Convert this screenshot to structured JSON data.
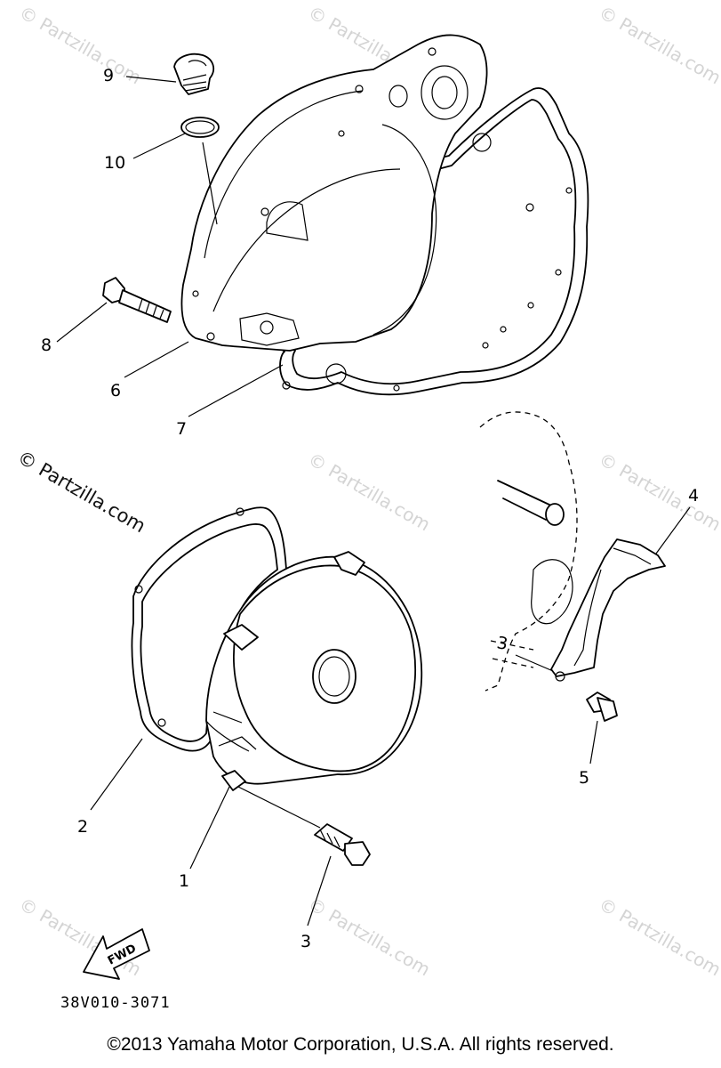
{
  "watermarks": {
    "faint_text": "© Partzilla.com",
    "dark_text": "© Partzilla.com"
  },
  "callouts": {
    "c1": "1",
    "c2": "2",
    "c3": "3",
    "c4": "4",
    "c5": "5",
    "c6": "6",
    "c7": "7",
    "c8": "8",
    "c9": "9",
    "c10": "10"
  },
  "fwd_label": "FWD",
  "part_number": "38V010-3071",
  "copyright": "©2013 Yamaha Motor Corporation, U.S.A. All rights reserved."
}
